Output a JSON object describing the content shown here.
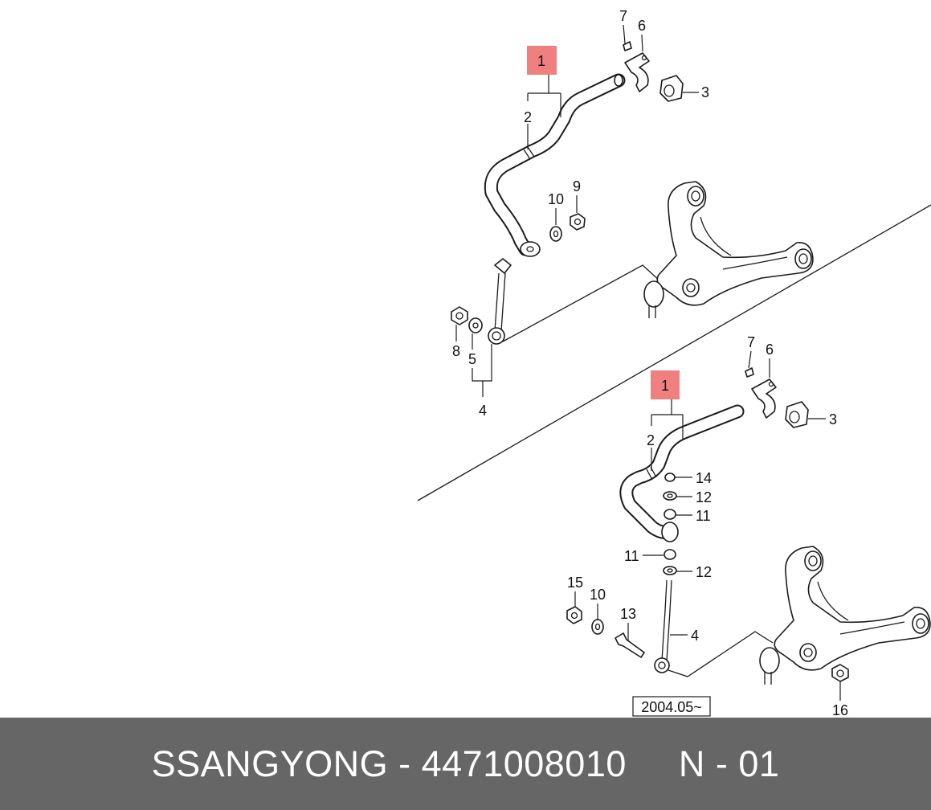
{
  "diagram": {
    "top_view_callouts": {
      "c1": "1",
      "c2": "2",
      "c3": "3",
      "c4": "4",
      "c5": "5",
      "c6": "6",
      "c7": "7",
      "c8": "8",
      "c9": "9",
      "c10": "10"
    },
    "bottom_view_callouts": {
      "c1": "1",
      "c2": "2",
      "c3": "3",
      "c4": "4",
      "c6": "6",
      "c7": "7",
      "c10": "10",
      "c11a": "11",
      "c11b": "11",
      "c12a": "12",
      "c12b": "12",
      "c13": "13",
      "c14": "14",
      "c15": "15",
      "c16": "16"
    },
    "date_label": "2004.05~",
    "highlight_color": "#f08080"
  },
  "footer": {
    "text": "SSANGYONG - 4471008010     N - 01",
    "background": "#666666"
  }
}
